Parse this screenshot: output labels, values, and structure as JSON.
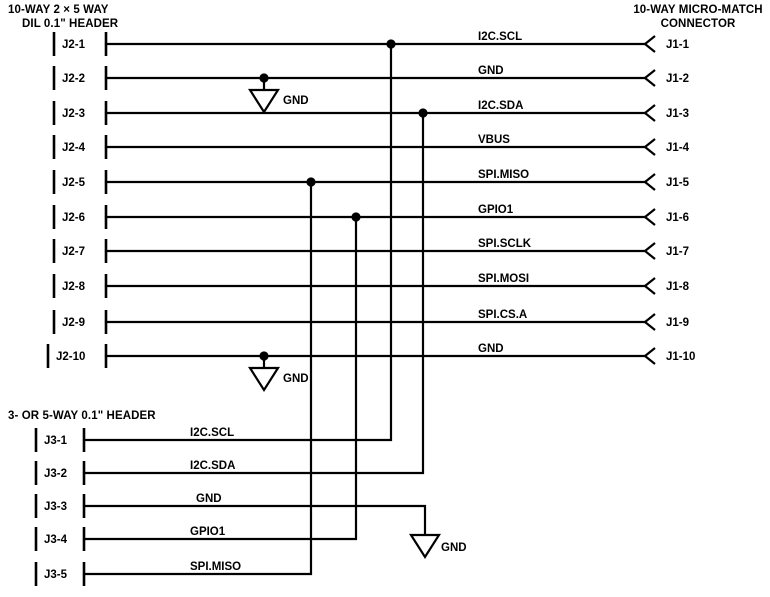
{
  "diagram": {
    "titles": {
      "left_header_line1": "10-WAY 2 × 5 WAY",
      "left_header_line2": "DIL 0.1\" HEADER",
      "right_header_line1": "10-WAY MICRO-MATCH",
      "right_header_line2": "CONNECTOR",
      "bottom_header": "3- OR 5-WAY 0.1\" HEADER"
    },
    "j2_pins": [
      {
        "label": "J2-1"
      },
      {
        "label": "J2-2"
      },
      {
        "label": "J2-3"
      },
      {
        "label": "J2-4"
      },
      {
        "label": "J2-5"
      },
      {
        "label": "J2-6"
      },
      {
        "label": "J2-7"
      },
      {
        "label": "J2-8"
      },
      {
        "label": "J2-9"
      },
      {
        "label": "J2-10"
      }
    ],
    "j1_pins": [
      {
        "label": "J1-1"
      },
      {
        "label": "J1-2"
      },
      {
        "label": "J1-3"
      },
      {
        "label": "J1-4"
      },
      {
        "label": "J1-5"
      },
      {
        "label": "J1-6"
      },
      {
        "label": "J1-7"
      },
      {
        "label": "J1-8"
      },
      {
        "label": "J1-9"
      },
      {
        "label": "J1-10"
      }
    ],
    "net_labels": [
      {
        "label": "I2C.SCL"
      },
      {
        "label": "GND"
      },
      {
        "label": "I2C.SDA"
      },
      {
        "label": "VBUS"
      },
      {
        "label": "SPI.MISO"
      },
      {
        "label": "GPIO1"
      },
      {
        "label": "SPI.SCLK"
      },
      {
        "label": "SPI.MOSI"
      },
      {
        "label": "SPI.CS.A"
      },
      {
        "label": "GND"
      }
    ],
    "j3_pins": [
      {
        "label": "J3-1",
        "net": "I2C.SCL"
      },
      {
        "label": "J3-2",
        "net": "I2C.SDA"
      },
      {
        "label": "J3-3",
        "net": "GND"
      },
      {
        "label": "J3-4",
        "net": "GPIO1"
      },
      {
        "label": "J3-5",
        "net": "SPI.MISO"
      }
    ],
    "ground_symbols": [
      {
        "label": "GND"
      },
      {
        "label": "GND"
      },
      {
        "label": "GND"
      }
    ],
    "colors": {
      "wire": "#000000",
      "text": "#000000",
      "background": "#ffffff"
    }
  }
}
